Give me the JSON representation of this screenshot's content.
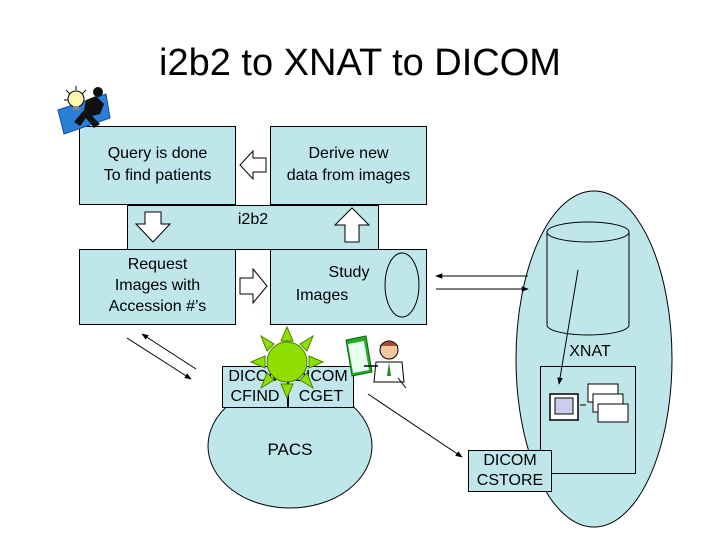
{
  "title": "i2b2 to XNAT to DICOM",
  "i2b2": {
    "label": "i2b2",
    "query_line1": "Query is done",
    "query_line2": "To find patients",
    "derive_line1": "Derive new",
    "derive_line2": "data from images",
    "request_line1": "Request",
    "request_line2": "Images with",
    "request_line3": "Accession #’s",
    "study_line1": "Study",
    "study_line2": "Images"
  },
  "xnat": {
    "label": "XNAT"
  },
  "pacs": {
    "label": "PACS",
    "cfind_line1": "DICOM",
    "cfind_line2": "CFIND",
    "cget_line1": "DICOM",
    "cget_line2": "CGET"
  },
  "cstore": {
    "line1": "DICOM",
    "line2": "CSTORE"
  },
  "colors": {
    "box_fill": "#bfe6ea",
    "sun": "#8fe000",
    "line": "#000000"
  },
  "icons": [
    "lightbulb-person-icon",
    "sun-icon",
    "presenter-icon",
    "screens-icon"
  ]
}
